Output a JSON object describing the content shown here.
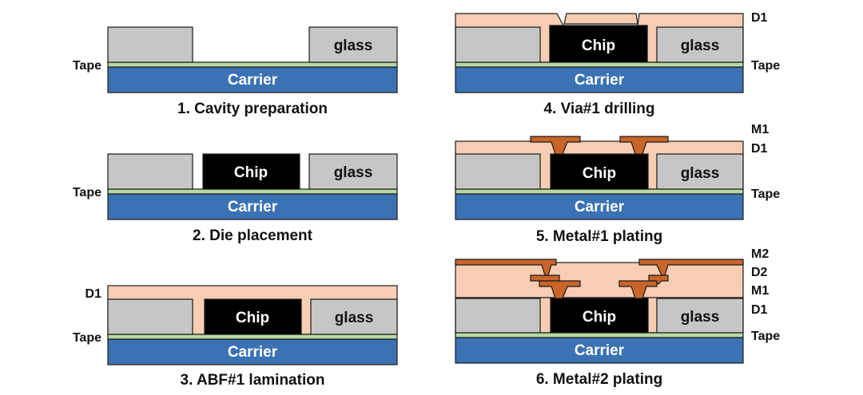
{
  "colors": {
    "carrier": "#3a72b4",
    "tape": "#b7d9a0",
    "glass": "#c6c6c6",
    "chip": "#000000",
    "dielectric": "#f7cdb3",
    "metal": "#c9642a",
    "outline": "#1a1a1a"
  },
  "labels": {
    "carrier": "Carrier",
    "glass": "glass",
    "chip": "Chip",
    "tape": "Tape",
    "d1": "D1",
    "d2": "D2",
    "m1": "M1",
    "m2": "M2"
  },
  "steps": [
    {
      "caption": "1. Cavity preparation"
    },
    {
      "caption": "2. Die placement"
    },
    {
      "caption": "3. ABF#1 lamination"
    },
    {
      "caption": "4. Via#1 drilling"
    },
    {
      "caption": "5. Metal#1 plating"
    },
    {
      "caption": "6. Metal#2 plating"
    }
  ]
}
